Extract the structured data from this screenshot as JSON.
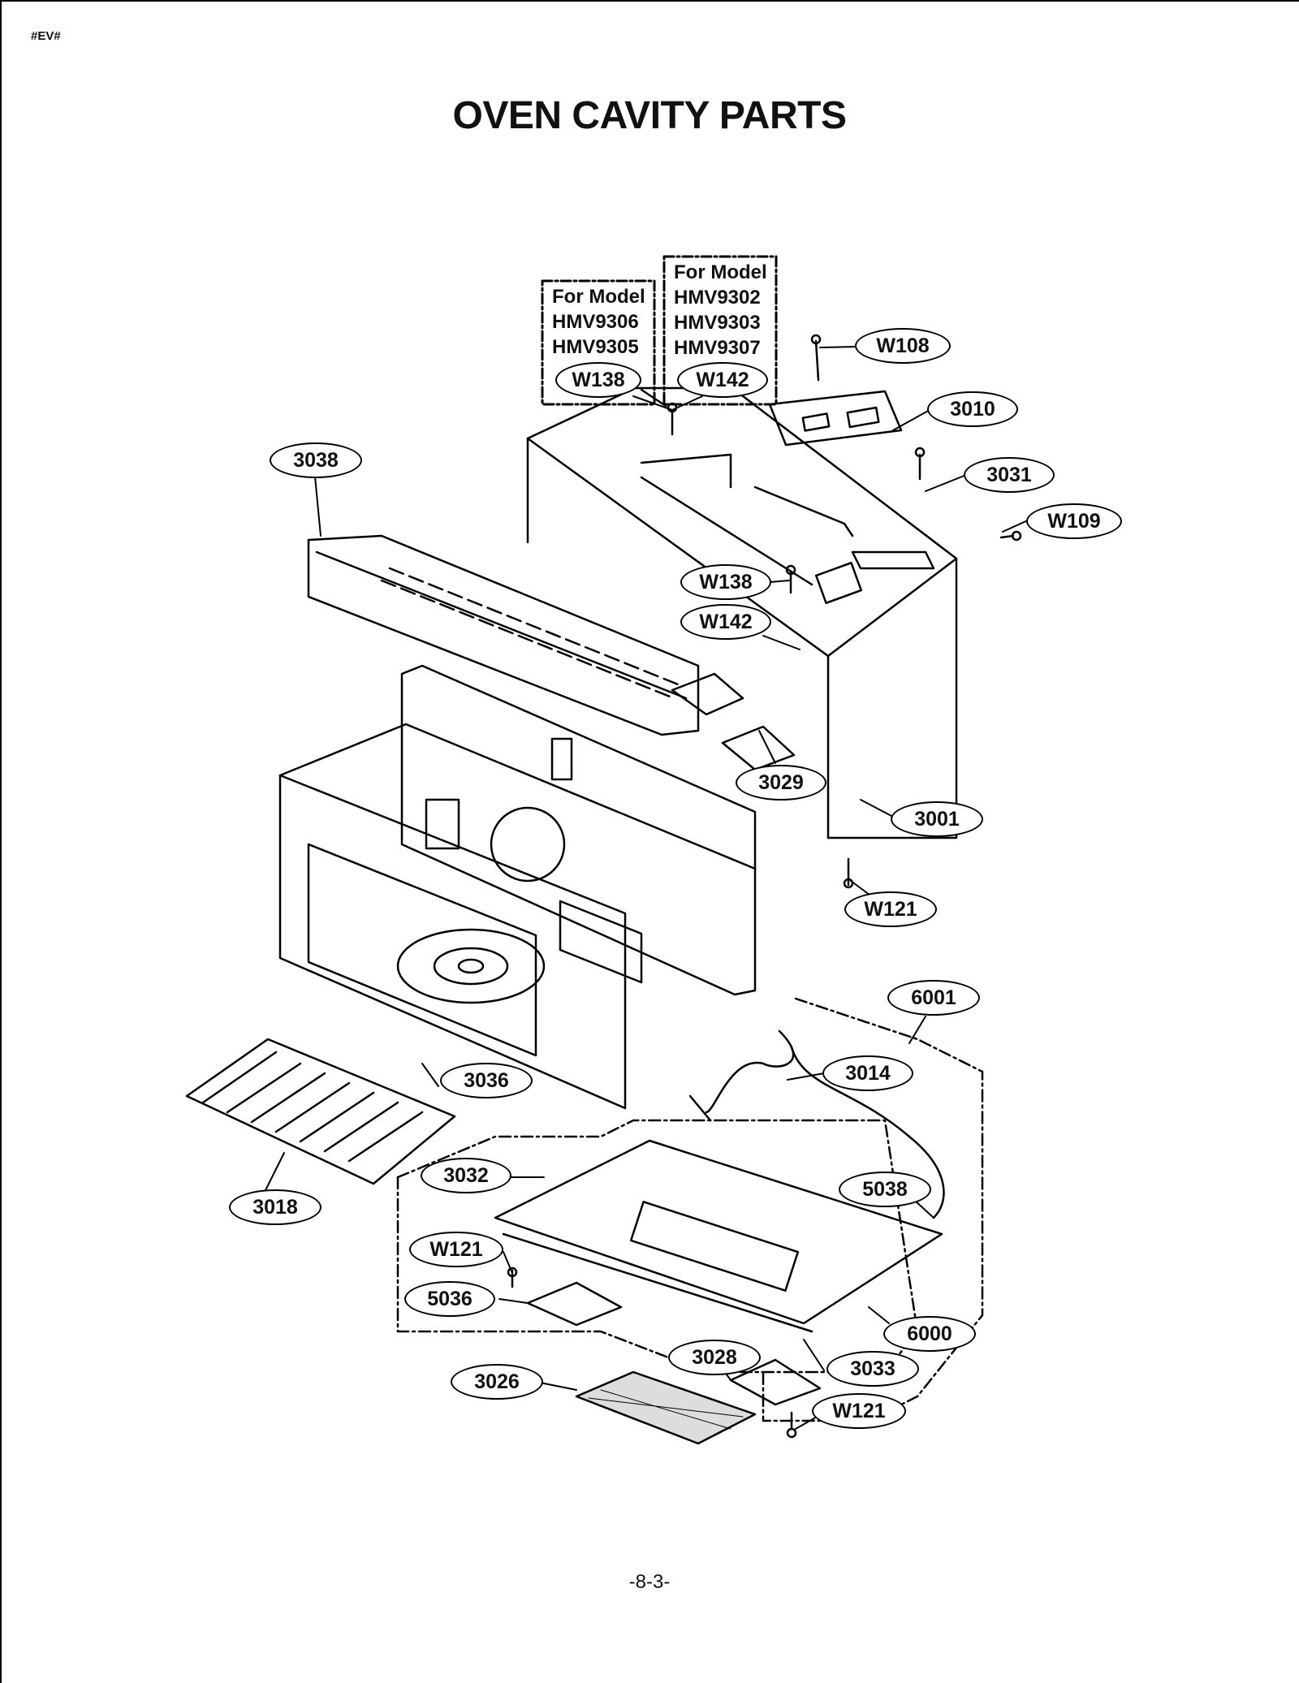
{
  "page": {
    "marker": "#EV#",
    "title": "OVEN CAVITY PARTS",
    "page_number": "-8-3-"
  },
  "model_notes": [
    {
      "heading": "For Model",
      "models": [
        "HMV9306",
        "HMV9305"
      ],
      "part": "W138"
    },
    {
      "heading": "For Model",
      "models": [
        "HMV9302",
        "HMV9303",
        "HMV9307"
      ],
      "part": "W142"
    }
  ],
  "callouts": {
    "w108": "W108",
    "p3010": "3010",
    "p3038": "3038",
    "p3031": "3031",
    "w109": "W109",
    "w138": "W138",
    "w142": "W142",
    "p3029": "3029",
    "p3001": "3001",
    "w121_top": "W121",
    "p6001": "6001",
    "p3014": "3014",
    "p3036": "3036",
    "p3032": "3032",
    "p5038": "5038",
    "p3018": "3018",
    "w121_left": "W121",
    "p5036": "5036",
    "p6000": "6000",
    "p3028": "3028",
    "p3033": "3033",
    "p3026": "3026",
    "w121_bottom": "W121"
  }
}
